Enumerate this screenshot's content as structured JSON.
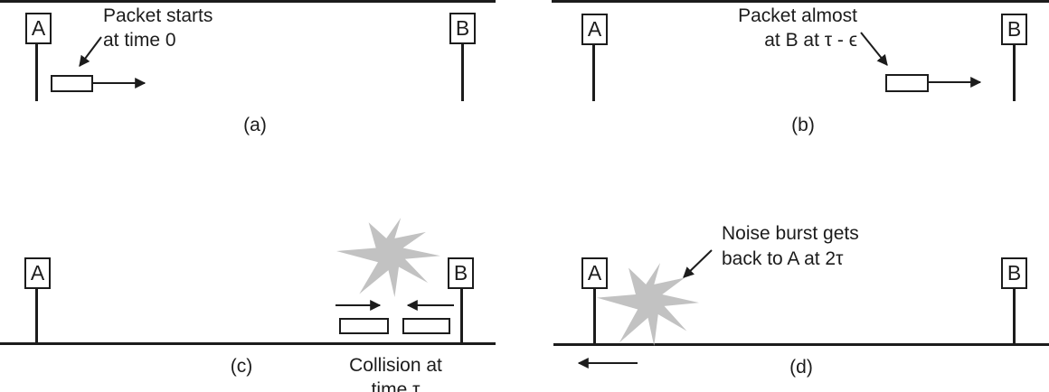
{
  "figure": {
    "description_visible": false
  },
  "colors": {
    "line": "#1c1c1c",
    "star": "#c2c2c2",
    "background": "#ffffff",
    "text": "#1c1c1c"
  },
  "stations": {
    "a": "A",
    "b": "B"
  },
  "panels": {
    "a": {
      "caption": "(a)",
      "label_line1": "Packet starts",
      "label_line2": "at time 0"
    },
    "b": {
      "caption": "(b)",
      "label_line1": "Packet almost",
      "label_line2": "at B at τ - ϵ"
    },
    "c": {
      "caption": "(c)",
      "label_line1": "Collision at",
      "label_line2": "time τ"
    },
    "d": {
      "caption": "(d)",
      "label_line1": "Noise burst gets",
      "label_line2": "back to A at 2τ"
    }
  }
}
